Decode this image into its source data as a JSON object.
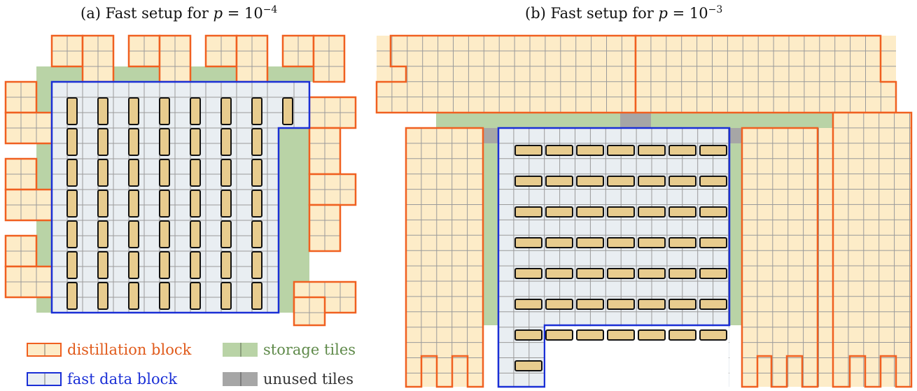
{
  "panels": [
    {
      "label": "(a) Fast setup for",
      "var": "p",
      "eq": " = 10",
      "exp": "−4"
    },
    {
      "label": "(b) Fast setup for",
      "var": "p",
      "eq": " = 10",
      "exp": "−3"
    }
  ],
  "legend": [
    {
      "label": "distillation block",
      "fill": "#fdecc8",
      "stroke": "#f06020",
      "color": "#e05a1a"
    },
    {
      "label": "storage tiles",
      "fill": "#b9d3a6",
      "stroke": "#b9d3a6",
      "color": "#5f8a4a"
    },
    {
      "label": "fast data block",
      "fill": "#e9eef2",
      "stroke": "#1a2fd6",
      "color": "#1a2fd6"
    },
    {
      "label": "unused tiles",
      "fill": "#a6a6a6",
      "stroke": "#a6a6a6",
      "color": "#333333"
    }
  ],
  "colors": {
    "distillation_fill": "#fdecc8",
    "distillation_stroke": "#f06020",
    "data_fill": "#e9eef2",
    "data_stroke": "#1a2fd6",
    "storage": "#b9d3a6",
    "unused": "#a6a6a6",
    "qubit_fill": "#e8cc8e",
    "qubit_stroke": "#111111",
    "grid": "#9a9a9a"
  }
}
